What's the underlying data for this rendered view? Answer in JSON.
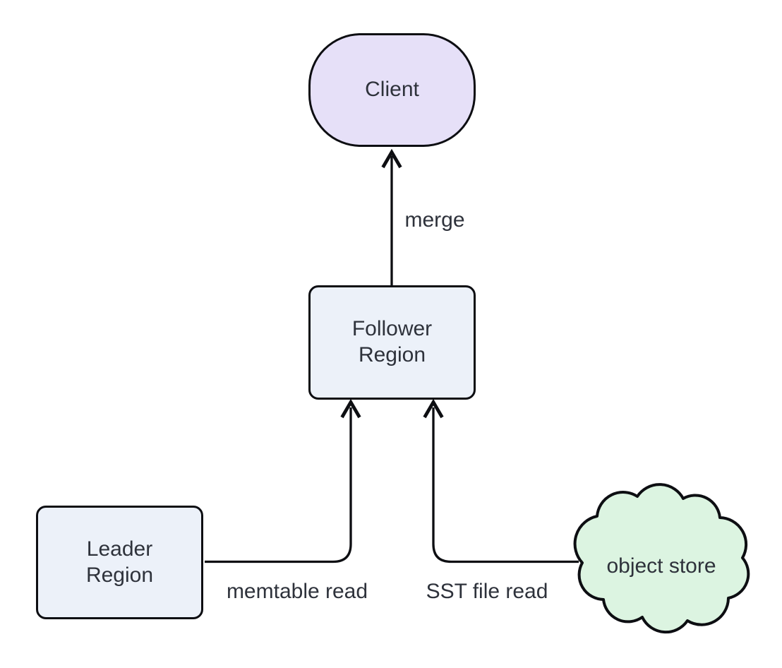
{
  "diagram": {
    "type": "flowchart",
    "background": "#ffffff",
    "nodes": [
      {
        "id": "client",
        "label": "Client",
        "shape": "stadium",
        "fill": "#e6e0f8"
      },
      {
        "id": "follower-region",
        "label": "Follower\nRegion",
        "shape": "rectangle",
        "fill": "#ecf1f9"
      },
      {
        "id": "leader-region",
        "label": "Leader\nRegion",
        "shape": "rectangle",
        "fill": "#ecf1f9"
      },
      {
        "id": "object-store",
        "label": "object store",
        "shape": "cloud",
        "fill": "#dcf4e1"
      }
    ],
    "edges": [
      {
        "from": "follower-region",
        "to": "client",
        "label": "merge"
      },
      {
        "from": "leader-region",
        "to": "follower-region",
        "label": "memtable read"
      },
      {
        "from": "object-store",
        "to": "follower-region",
        "label": "SST file read"
      }
    ],
    "colors": {
      "stroke": "#0d0e12",
      "text": "#2e323b",
      "client_fill": "#e6e0f8",
      "region_fill": "#ecf1f9",
      "cloud_fill": "#dcf4e1"
    }
  }
}
